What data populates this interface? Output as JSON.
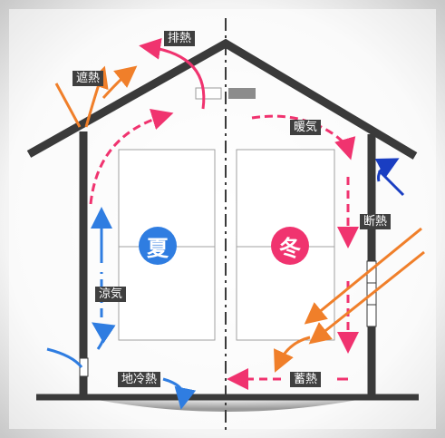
{
  "labels": {
    "shading": "遮熱",
    "exhaust": "排熱",
    "warm_air": "暖気",
    "insulation": "断熱",
    "cool_air": "涼気",
    "geo_cool": "地冷熱",
    "heat_storage": "蓄熱"
  },
  "seasons": {
    "summer": "夏",
    "winter": "冬"
  },
  "colors": {
    "summer": "#2f7de1",
    "winter": "#f0336f",
    "sun": "#f07f2a",
    "wind": "#1a3ec2",
    "label_bg": "#3f3f3f",
    "frame": "#3a3a3a"
  }
}
